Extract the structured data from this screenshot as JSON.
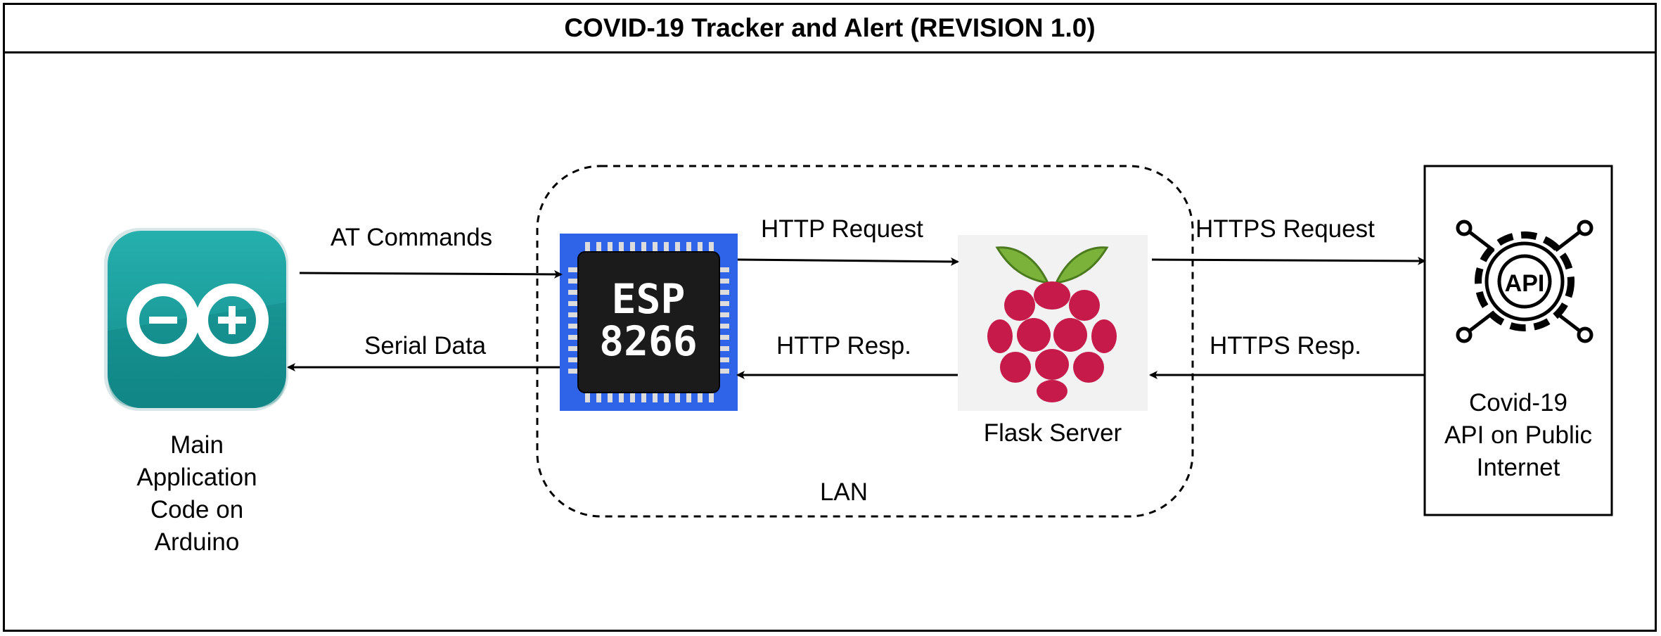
{
  "title": "COVID-19 Tracker and Alert (REVISION 1.0)",
  "nodes": {
    "arduino": {
      "label_lines": [
        "Main",
        "Application",
        "Code on",
        "Arduino"
      ],
      "icon": "arduino-icon",
      "color": "#1a9a9a"
    },
    "esp": {
      "line1": "ESP",
      "line2": "8266",
      "icon": "esp8266-chip-icon",
      "bg": "#2f64e8"
    },
    "flask": {
      "label": "Flask Server",
      "icon": "raspberry-pi-icon"
    },
    "api": {
      "label_lines": [
        "Covid-19",
        "API on Public",
        "Internet"
      ],
      "icon_text": "API",
      "icon": "api-gear-icon"
    }
  },
  "group": {
    "label": "LAN"
  },
  "edges": {
    "at_commands": "AT Commands",
    "serial_data": "Serial Data",
    "http_request": "HTTP Request",
    "http_resp": "HTTP Resp.",
    "https_request": "HTTPS Request",
    "https_resp": "HTTPS Resp."
  }
}
